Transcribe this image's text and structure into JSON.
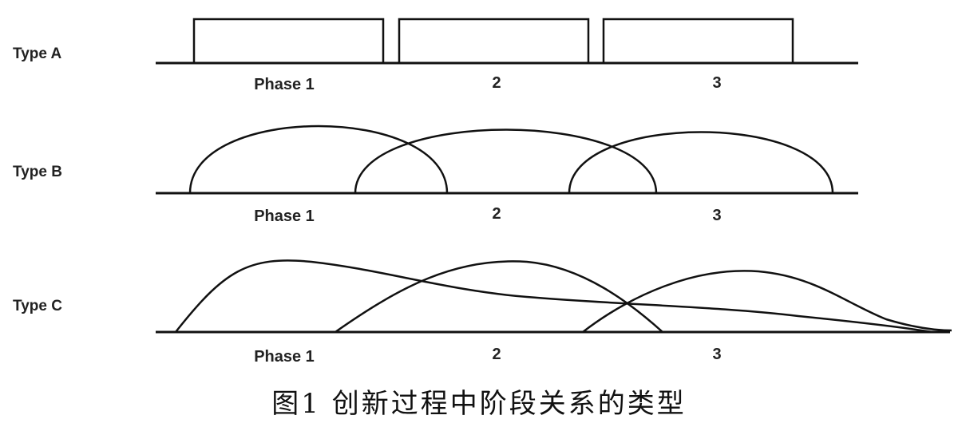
{
  "rows": [
    {
      "id": "type-a",
      "label": "Type A",
      "phase_labels": [
        "Phase 1",
        "2",
        "3"
      ]
    },
    {
      "id": "type-b",
      "label": "Type B",
      "phase_labels": [
        "Phase 1",
        "2",
        "3"
      ]
    },
    {
      "id": "type-c",
      "label": "Type C",
      "phase_labels": [
        "Phase 1",
        "2",
        "3"
      ]
    }
  ],
  "caption": "图1  创新过程中阶段关系的类型"
}
